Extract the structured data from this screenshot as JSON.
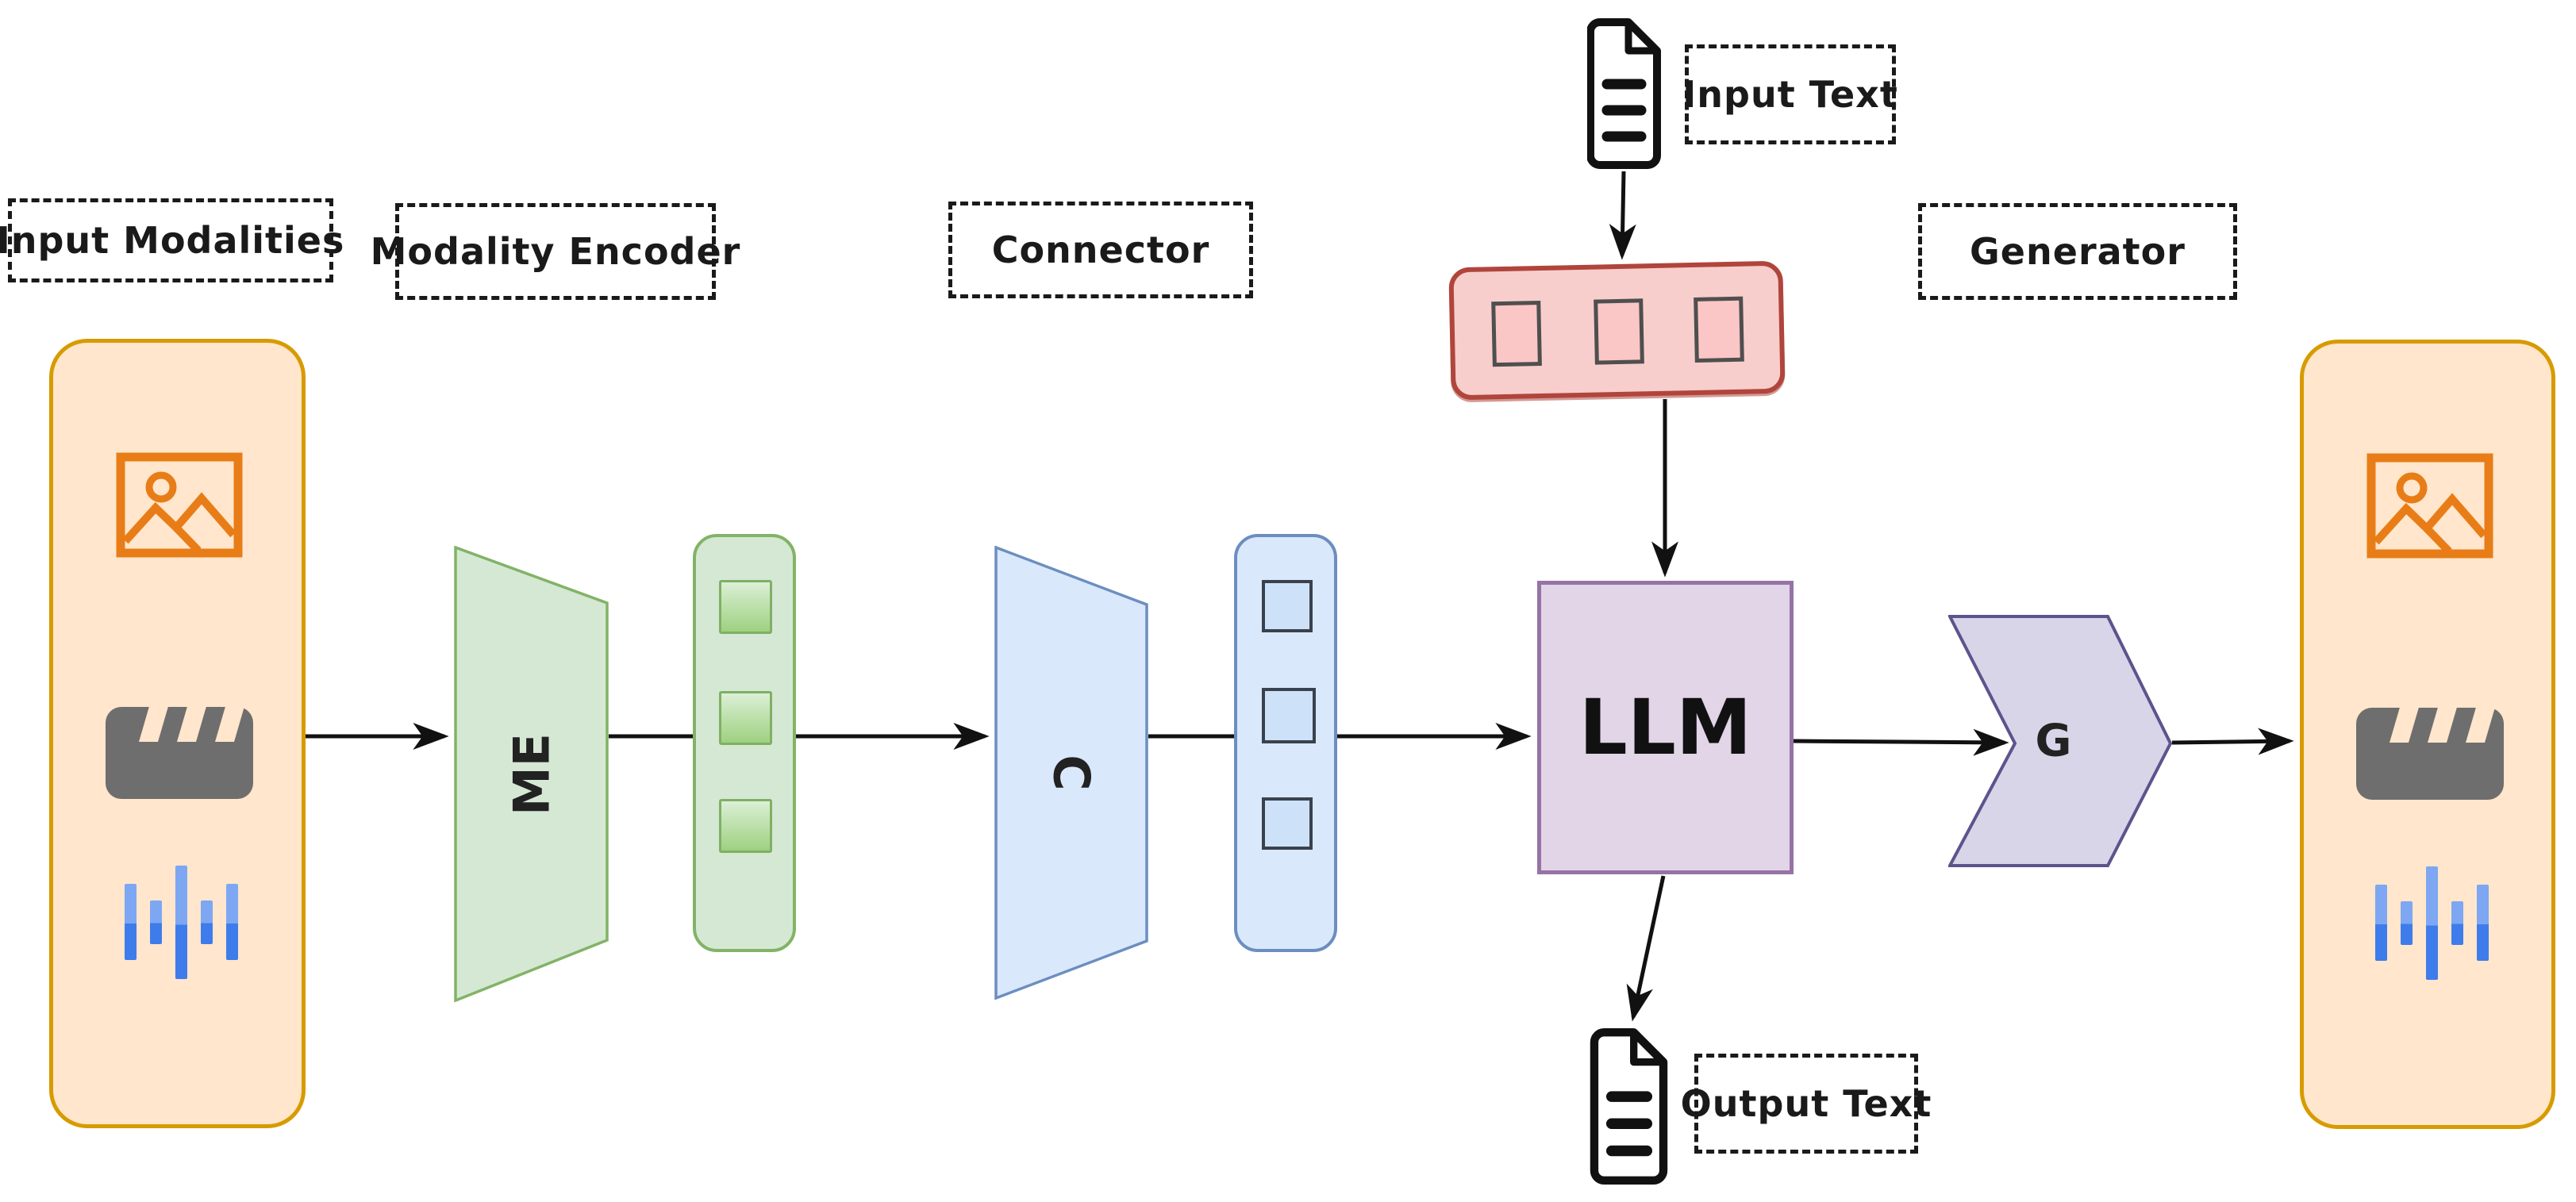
{
  "diagram_title": "Multimodal LLM architecture (sketch diagram)",
  "labels": {
    "input_modalities": "Input Modalities",
    "modality_encoder": "Modality Encoder",
    "connector": "Connector",
    "input_text": "Input Text",
    "generator": "Generator",
    "output_text": "Output Text"
  },
  "shapes": {
    "modality_encoder_letter": "ME",
    "connector_letter": "C",
    "llm": "LLM",
    "generator_letter": "G"
  },
  "icons": {
    "input_document": "document-icon",
    "output_document": "document-icon",
    "image": "image-icon",
    "video": "clapperboard-icon",
    "audio": "audio-waveform-icon"
  },
  "colors": {
    "modality_box_fill": "#ffe6cc",
    "modality_box_border": "#d79b00",
    "encoder_green_fill": "#d5e8d4",
    "encoder_green_border": "#82b366",
    "connector_blue_fill": "#dae8fc",
    "connector_blue_border": "#6c8ebf",
    "prompt_red_fill": "#f8cecc",
    "prompt_red_border": "#b0453c",
    "llm_purple_fill": "#e1d5e7",
    "llm_purple_border": "#9673a6",
    "generator_fill": "#d8d5e9",
    "generator_border": "#5c548c",
    "image_icon_orange": "#e87d17",
    "clapperboard_gray": "#6e6e6e",
    "audio_blue_light": "#7da7f2",
    "audio_blue_dark": "#3f7ceb",
    "arrow_black": "#111111"
  }
}
